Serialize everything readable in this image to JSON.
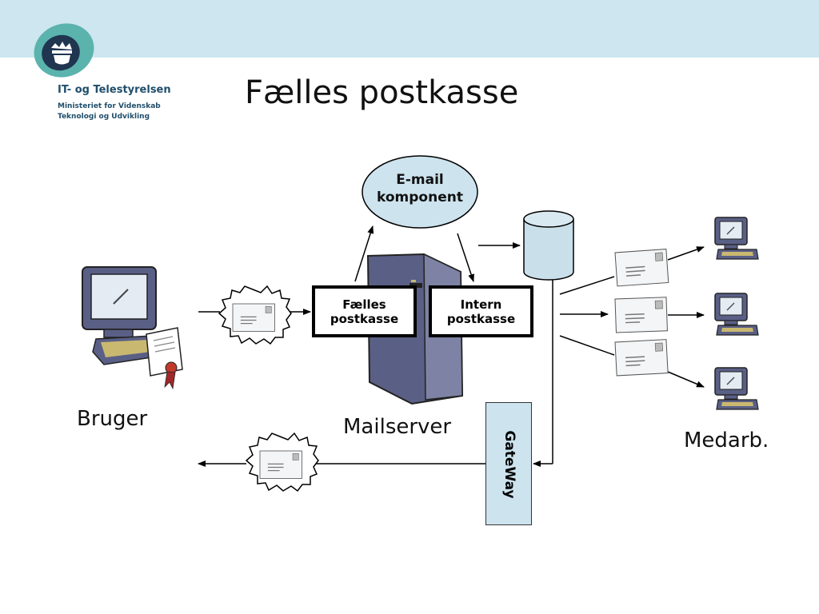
{
  "header": {
    "org_name": "IT- og Telestyrelsen",
    "org_sub_line1": "Ministeriet for Videnskab",
    "org_sub_line2": "Teknologi og Udvikling"
  },
  "title": "Fælles postkasse",
  "diagram": {
    "email_component": {
      "line1": "E-mail",
      "line2": "komponent"
    },
    "faelles_box": {
      "line1": "Fælles",
      "line2": "postkasse"
    },
    "intern_box": {
      "line1": "Intern",
      "line2": "postkasse"
    },
    "gateway_label": "GateWay",
    "bruger_label": "Bruger",
    "mailserver_label": "Mailserver",
    "medarb_label": "Medarb."
  },
  "colors": {
    "header_band": "#cde6ef",
    "logo_teal": "#5bb3ad",
    "logo_navy": "#1f3550",
    "gateway_fill": "#cde3ee",
    "database_fill": "#c9dfe9",
    "ellipse_fill": "#cde3ee",
    "server_fill": "#5a5f86"
  },
  "icons": {
    "logo": "crown-shield-logo",
    "user": "computer-with-certificate-icon",
    "server": "server-tower-icon",
    "database": "database-cylinder-icon",
    "employees": "computer-icon",
    "mail": "envelope-icon",
    "signed_mail": "sealed-envelope-icon"
  }
}
